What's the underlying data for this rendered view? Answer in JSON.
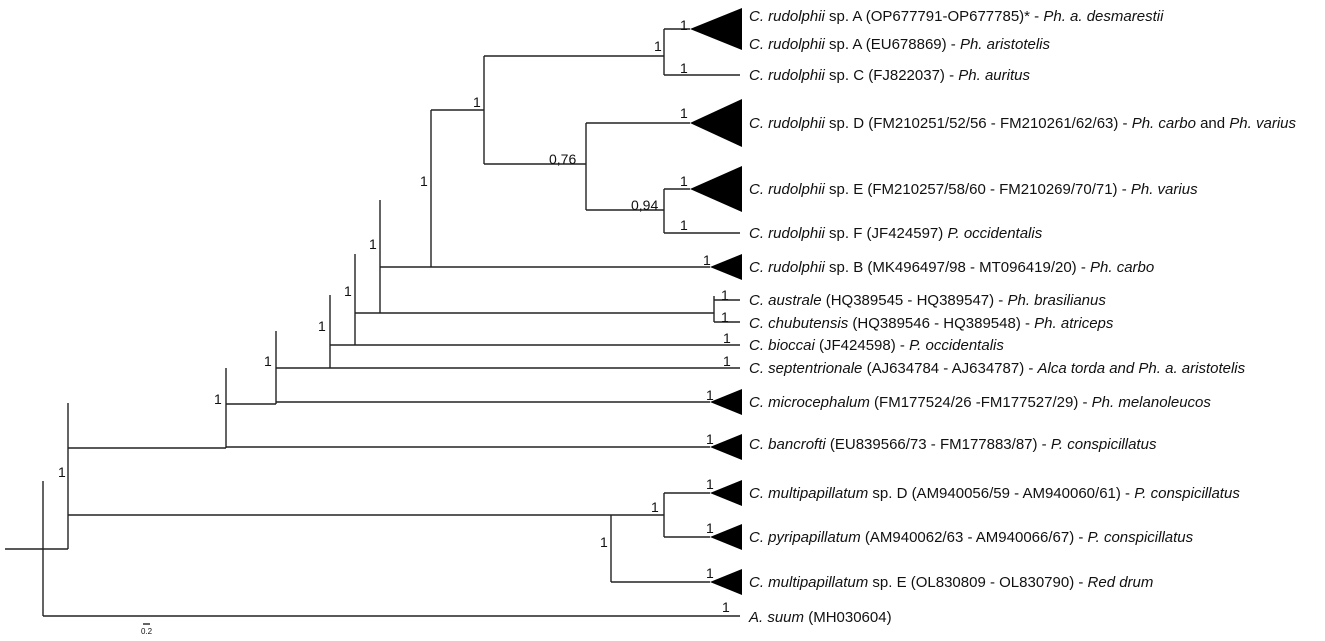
{
  "tips": [
    {
      "id": "t1",
      "sp": "C. rudolphii",
      "rest": " sp. A (OP677791-OP677785)* - ",
      "host": "Ph. a. desmarestii",
      "rest2": ""
    },
    {
      "id": "t2",
      "sp": "C. rudolphii",
      "rest": " sp. A (EU678869) - ",
      "host": "Ph. aristotelis",
      "rest2": ""
    },
    {
      "id": "t3",
      "sp": "C. rudolphii",
      "rest": " sp. C (FJ822037) - ",
      "host": "Ph. auritus",
      "rest2": ""
    },
    {
      "id": "t4",
      "sp": "C. rudolphii",
      "rest": " sp. D (FM210251/52/56 - FM210261/62/63) - ",
      "host": "Ph. carbo",
      "rest2": " and ",
      "host2": "Ph. varius"
    },
    {
      "id": "t5",
      "sp": "C. rudolphii",
      "rest": " sp. E (FM210257/58/60 - FM210269/70/71) - ",
      "host": "Ph. varius",
      "rest2": ""
    },
    {
      "id": "t6",
      "sp": "C. rudolphii",
      "rest": " sp. F (JF424597) ",
      "host": "P. occidentalis",
      "rest2": ""
    },
    {
      "id": "t7",
      "sp": "C. rudolphii",
      "rest": " sp. B (MK496497/98 - MT096419/20) - ",
      "host": "Ph. carbo",
      "rest2": ""
    },
    {
      "id": "t8",
      "sp": "C. australe",
      "rest": " (HQ389545 - HQ389547) - ",
      "host": "Ph. brasilianus",
      "rest2": ""
    },
    {
      "id": "t9",
      "sp": "C. chubutensis",
      "rest": " (HQ389546 - HQ389548) - ",
      "host": "Ph. atriceps",
      "rest2": ""
    },
    {
      "id": "t10",
      "sp": "C. bioccai",
      "rest": " (JF424598) - ",
      "host": "P. occidentalis",
      "rest2": ""
    },
    {
      "id": "t11",
      "sp": "C. septentrionale",
      "rest": " (AJ634784 - AJ634787) - ",
      "host": "Alca torda and Ph. a. aristotelis",
      "rest2": ""
    },
    {
      "id": "t12",
      "sp": "C. microcephalum",
      "rest": " (FM177524/26 -FM177527/29) - ",
      "host": "Ph. melanoleucos",
      "rest2": ""
    },
    {
      "id": "t13",
      "sp": "C. bancrofti",
      "rest": " (EU839566/73 - FM177883/87) -  ",
      "host": "P. conspicillatus",
      "rest2": ""
    },
    {
      "id": "t14",
      "sp": "C. multipapillatum",
      "rest": " sp. D (AM940056/59 - AM940060/61) - ",
      "host": "P. conspicillatus",
      "rest2": ""
    },
    {
      "id": "t15",
      "sp": "C. pyripapillatum",
      "rest": " (AM940062/63 - AM940066/67) - ",
      "host": "P. conspicillatus",
      "rest2": ""
    },
    {
      "id": "t16",
      "sp": "C. multipapillatum",
      "rest": " sp. E (OL830809 - OL830790) - ",
      "host": "Red drum",
      "rest2": ""
    },
    {
      "id": "t17",
      "sp": "A. suum",
      "rest": " (MH030604)",
      "host": "",
      "rest2": ""
    }
  ],
  "supports": {
    "n_root": "1",
    "n_cont": "1",
    "n_a": "1",
    "n_b": "1",
    "n_c": "1",
    "n_d": "1",
    "n_e": "1",
    "n_f": "1",
    "n_g": "1",
    "n_h": "0,76",
    "n_i": "1",
    "n_j": "0,94",
    "n_k": "1",
    "n_mult": "1",
    "n_multD": "1",
    "l_t1": "1",
    "l_t3": "1",
    "l_t4": "1",
    "l_t5": "1",
    "l_t6": "1",
    "l_t7": "1",
    "l_t8": "1",
    "l_t9": "1",
    "l_t10": "1",
    "l_t11": "1",
    "l_t12": "1",
    "l_t13": "1",
    "l_t14": "1",
    "l_t15": "1",
    "l_t16": "1",
    "l_t17": "1"
  },
  "scale_bar": {
    "label": "0.2"
  }
}
